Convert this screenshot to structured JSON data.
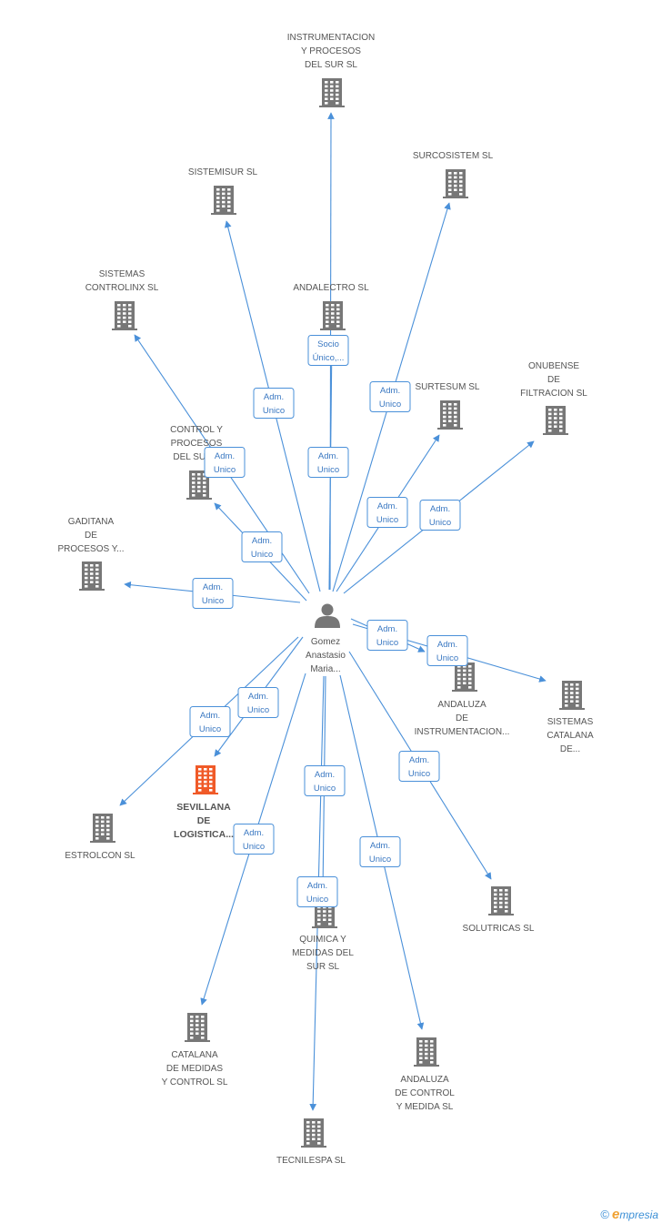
{
  "colors": {
    "edge": "#4a90d9",
    "building": "#777777",
    "highlight": "#f05a28",
    "person": "#777777"
  },
  "center": {
    "label_lines": [
      "Gomez",
      "Anastasio",
      "Maria..."
    ],
    "icon": "person-icon"
  },
  "nodes": [
    {
      "id": "instrumentacion-procesos-sur",
      "label_lines": [
        "INSTRUMENTACION",
        "Y PROCESOS",
        "DEL SUR SL"
      ]
    },
    {
      "id": "surcosistem",
      "label_lines": [
        "SURCOSISTEM SL"
      ]
    },
    {
      "id": "sistemisur",
      "label_lines": [
        "SISTEMISUR SL"
      ]
    },
    {
      "id": "sistemas-controlinx",
      "label_lines": [
        "SISTEMAS",
        "CONTROLINX SL"
      ]
    },
    {
      "id": "andalectro",
      "label_lines": [
        "ANDALECTRO SL"
      ]
    },
    {
      "id": "onubense-filtracion",
      "label_lines": [
        "ONUBENSE",
        "DE",
        "FILTRACION SL"
      ]
    },
    {
      "id": "surtesum",
      "label_lines": [
        "SURTESUM SL"
      ]
    },
    {
      "id": "control-procesos-sur",
      "label_lines": [
        "CONTROL Y",
        "PROCESOS",
        "DEL SUR..."
      ]
    },
    {
      "id": "gaditana-procesos",
      "label_lines": [
        "GADITANA",
        "DE",
        "PROCESOS Y..."
      ]
    },
    {
      "id": "andaluza-instrumentacion",
      "label_lines": [
        "ANDALUZA",
        "DE",
        "INSTRUMENTACION..."
      ]
    },
    {
      "id": "sistemas-catalana",
      "label_lines": [
        "SISTEMAS",
        "CATALANA",
        "DE..."
      ]
    },
    {
      "id": "sevillana-logistica",
      "label_lines": [
        "SEVILLANA",
        "DE",
        "LOGISTICA..."
      ],
      "highlight": true
    },
    {
      "id": "estrolcon",
      "label_lines": [
        "ESTROLCON SL"
      ]
    },
    {
      "id": "solutricas",
      "label_lines": [
        "SOLUTRICAS SL"
      ]
    },
    {
      "id": "quimica-medidas-sur",
      "label_lines": [
        "QUIMICA Y",
        "MEDIDAS DEL",
        "SUR SL"
      ]
    },
    {
      "id": "catalana-medidas-control",
      "label_lines": [
        "CATALANA",
        "DE MEDIDAS",
        "Y CONTROL SL"
      ]
    },
    {
      "id": "andaluza-control-medida",
      "label_lines": [
        "ANDALUZA",
        "DE CONTROL",
        "Y MEDIDA SL"
      ]
    },
    {
      "id": "tecnilespa",
      "label_lines": [
        "TECNILESPA SL"
      ]
    }
  ],
  "edges": [
    {
      "target": "instrumentacion-procesos-sur",
      "label_lines": [
        "Adm.",
        "Unico"
      ]
    },
    {
      "target": "andalectro",
      "label_lines": [
        "Socio",
        "Único,..."
      ]
    },
    {
      "target": "surcosistem",
      "label_lines": [
        "Adm.",
        "Unico"
      ]
    },
    {
      "target": "sistemisur",
      "label_lines": [
        "Adm.",
        "Unico"
      ]
    },
    {
      "target": "sistemas-controlinx",
      "label_lines": [
        "Adm.",
        "Unico"
      ]
    },
    {
      "target": "control-procesos-sur",
      "label_lines": [
        "Adm.",
        "Unico"
      ]
    },
    {
      "target": "surtesum",
      "label_lines": [
        "Adm.",
        "Unico"
      ]
    },
    {
      "target": "onubense-filtracion",
      "label_lines": [
        "Adm.",
        "Unico"
      ]
    },
    {
      "target": "gaditana-procesos",
      "label_lines": [
        "Adm.",
        "Unico"
      ]
    },
    {
      "target": "andaluza-instrumentacion",
      "label_lines": [
        "Adm.",
        "Unico"
      ]
    },
    {
      "target": "sistemas-catalana",
      "label_lines": [
        "Adm.",
        "Unico"
      ]
    },
    {
      "target": "sevillana-logistica",
      "label_lines": [
        "Adm.",
        "Unico"
      ]
    },
    {
      "target": "estrolcon",
      "label_lines": [
        "Adm.",
        "Unico"
      ]
    },
    {
      "target": "solutricas",
      "label_lines": [
        "Adm.",
        "Unico"
      ]
    },
    {
      "target": "tecnilespa",
      "label_lines": [
        "Adm.",
        "Unico"
      ]
    },
    {
      "target": "catalana-medidas-control",
      "label_lines": [
        "Adm.",
        "Unico"
      ]
    },
    {
      "target": "andaluza-control-medida",
      "label_lines": [
        "Adm.",
        "Unico"
      ]
    },
    {
      "target": "quimica-medidas-sur",
      "label_lines": [
        "Adm.",
        "Unico"
      ]
    }
  ],
  "footer": {
    "copyright": "©",
    "brand_initial": "e",
    "brand_rest": "mpresia"
  }
}
